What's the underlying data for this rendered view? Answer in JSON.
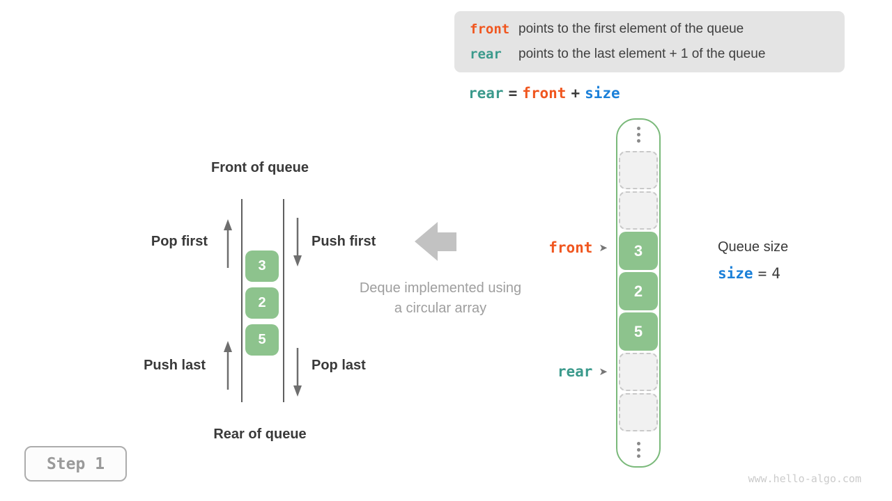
{
  "info_box": {
    "lines": [
      {
        "keyword": "front",
        "text": "points to the first element of the queue"
      },
      {
        "keyword": "rear",
        "text": "points to the last element + 1 of the queue"
      }
    ]
  },
  "formula": {
    "lhs": "rear",
    "equals": "=",
    "rhs_first": "front",
    "plus": "+",
    "rhs_second": "size"
  },
  "deque_diagram": {
    "front_label": "Front of queue",
    "rear_label": "Rear of queue",
    "pop_first_label": "Pop first",
    "push_first_label": "Push first",
    "push_last_label": "Push last",
    "pop_last_label": "Pop last",
    "values": [
      "3",
      "2",
      "5"
    ]
  },
  "caption": {
    "line1": "Deque implemented using",
    "line2": "a circular array"
  },
  "array": {
    "cells": [
      {
        "type": "empty"
      },
      {
        "type": "empty"
      },
      {
        "type": "value",
        "value": "3"
      },
      {
        "type": "value",
        "value": "2"
      },
      {
        "type": "value",
        "value": "5"
      },
      {
        "type": "empty"
      },
      {
        "type": "empty"
      }
    ],
    "front_pointer_label": "front",
    "rear_pointer_label": "rear"
  },
  "icons": {
    "pointer_arrow": "➤"
  },
  "queue_size": {
    "title": "Queue size",
    "variable": "size",
    "equals": "=",
    "value": "4"
  },
  "step_badge": {
    "label": "Step 1"
  },
  "watermark": "www.hello-algo.com",
  "colors": {
    "front_accent": "#f0561f",
    "rear_accent": "#3b9a8c",
    "size_accent": "#1b80d9",
    "cell_green": "#8dc38d",
    "array_border_green": "#7ab97a",
    "legend_background": "#e4e4e4",
    "muted_gray": "#9e9e9e"
  }
}
